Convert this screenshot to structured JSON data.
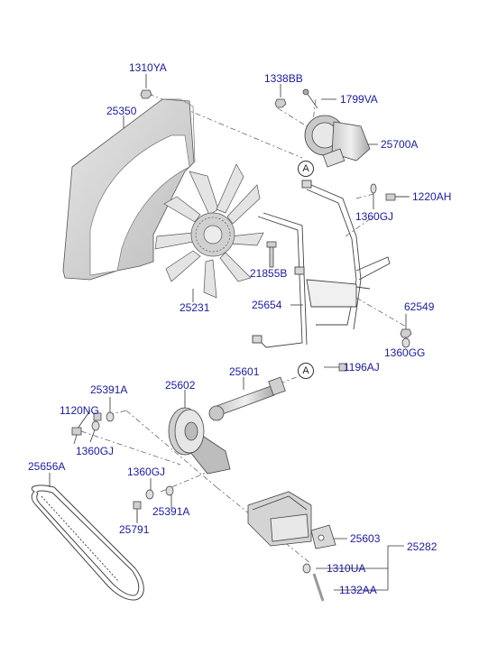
{
  "parts": {
    "p1310YA": "1310YA",
    "p25350": "25350",
    "p1338BB": "1338BB",
    "p1799VA": "1799VA",
    "p25700A": "25700A",
    "p1220AH": "1220AH",
    "p1360GJ_top": "1360GJ",
    "p21855B": "21855B",
    "p25231": "25231",
    "p25654": "25654",
    "p62549": "62549",
    "p1360GG": "1360GG",
    "p25601": "25601",
    "p1196AJ": "1196AJ",
    "p25391A_top": "25391A",
    "p25602": "25602",
    "p1120NG": "1120NG",
    "p1360GJ_left": "1360GJ",
    "p25656A": "25656A",
    "p1360GJ_low": "1360GJ",
    "p25391A_low": "25391A",
    "p25791": "25791",
    "p25603": "25603",
    "p25282": "25282",
    "p1310UA": "1310UA",
    "p1132AA": "1132AA"
  },
  "refs": {
    "a_top": "A",
    "a_mid": "A"
  },
  "colors": {
    "label": "#1a1aa6",
    "line": "#333333",
    "part_fill": "#d9d9d9",
    "part_dark": "#9a9a9a"
  }
}
